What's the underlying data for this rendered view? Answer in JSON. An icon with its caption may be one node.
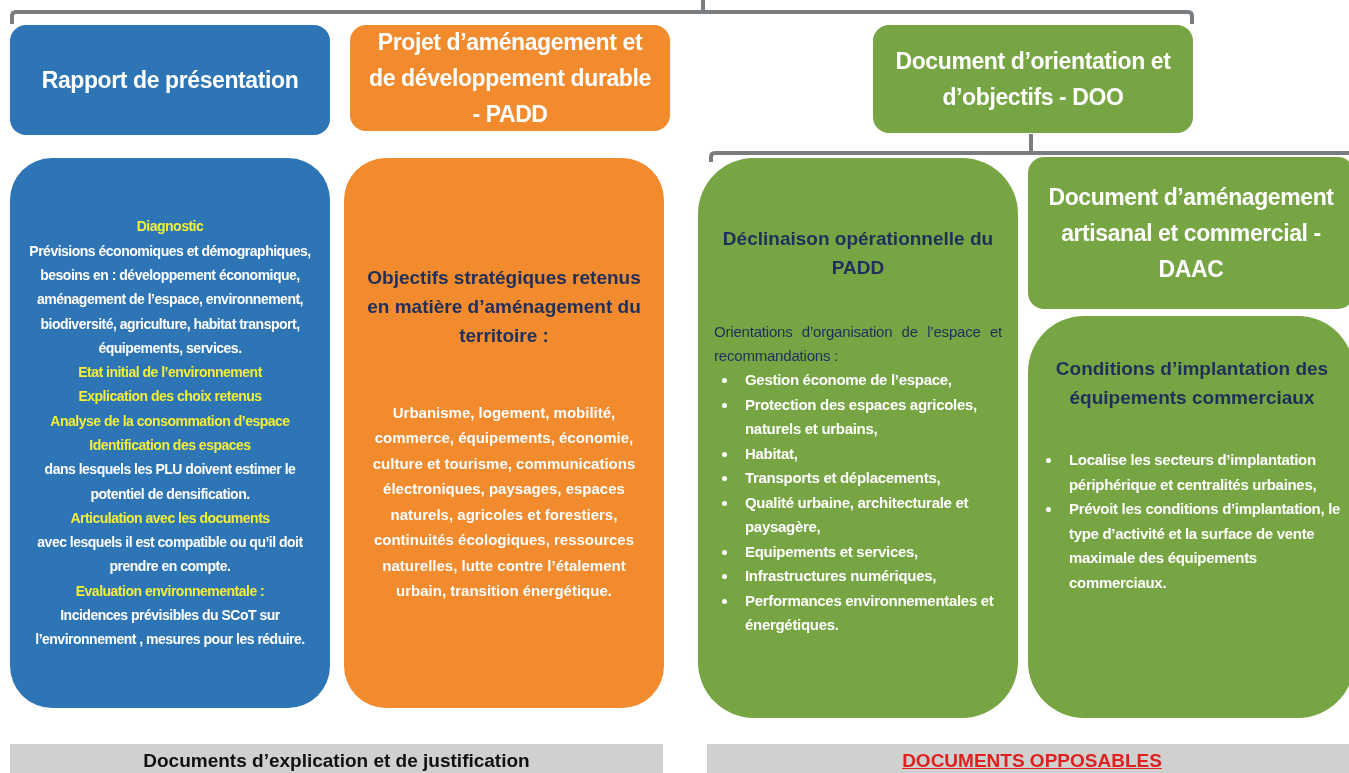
{
  "diagram": {
    "nodes": [
      {
        "text": [
          "Rapport de présentation"
        ]
      },
      {
        "text": [
          "Projet d’aménagement et de développement durable - PADD"
        ]
      },
      {
        "text": [
          "Document d’orientation et d’objectifs - DOO"
        ]
      },
      {
        "text": [
          "Diagnostic",
          "Prévisions économiques et démographiques, besoins en : développement économique, aménagement de l’espace, environnement, biodiversité, agriculture, habitat transport, équipements, services.",
          "Etat initial de l’environnement",
          "Explication des choix retenus",
          "Analyse de la consommation d’espace",
          "Identification des espaces",
          "dans lesquels les PLU doivent estimer le potentiel de densification.",
          "Articulation avec les documents",
          "avec lesquels il est compatible ou qu’il doit prendre en compte.",
          "Evaluation environnementale :",
          "Incidences prévisibles du SCoT sur l’environnement , mesures pour les réduire."
        ]
      },
      {
        "text": [
          "Objectifs stratégiques retenus en matière d’aménagement du territoire :",
          "Urbanisme, logement, mobilité, commerce, équipements, économie, culture et tourisme, communications électroniques, paysages, espaces naturels, agricoles et forestiers, continuités écologiques, ressources naturelles, lutte contre l’étalement urbain, transition énergétique."
        ]
      },
      {
        "text": [
          "Déclinaison opérationnelle du PADD",
          "Orientations d’organisation de l’espace et recommandations :",
          "Gestion économe de l’espace,",
          "Protection des espaces agricoles, naturels et urbains,",
          "Habitat,",
          "Transports et déplacements,",
          "Qualité urbaine, architecturale et paysagère,",
          "Equipements et services,",
          "Infrastructures numériques,",
          "Performances environnementales et énergétiques."
        ]
      },
      {
        "text": [
          "Document d’aménagement artisanal et commercial - DAAC"
        ]
      },
      {
        "text": [
          "Conditions d’implantation des équipements commerciaux",
          "Localise les secteurs d’implantation périphérique et centralités urbaines,",
          "Prévoit les conditions d’implantation, le type d’activité et la surface de vente maximale des équipements commerciaux."
        ]
      },
      {
        "text": [
          "Documents d’explication et de justification"
        ]
      },
      {
        "text": [
          "DOCUMENTS OPPOSABLES"
        ]
      }
    ]
  }
}
